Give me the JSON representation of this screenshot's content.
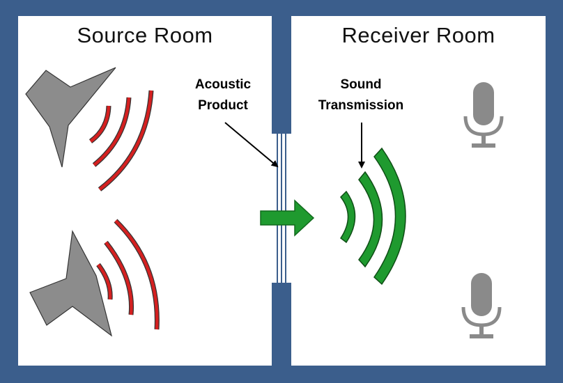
{
  "source_room": {
    "title": "Source Room"
  },
  "receiver_room": {
    "title": "Receiver Room"
  },
  "labels": {
    "acoustic_product_line1": "Acoustic",
    "acoustic_product_line2": "Product",
    "sound_transmission_line1": "Sound",
    "sound_transmission_line2": "Transmission"
  },
  "colors": {
    "background": "#3b5e8c",
    "speaker": "#8c8c8c",
    "source_waves": "#d42020",
    "transmitted_waves": "#1f9a2f",
    "microphone": "#8a8a8a"
  },
  "icons": [
    "speaker-icon",
    "microphone-icon",
    "arrow-icon"
  ]
}
